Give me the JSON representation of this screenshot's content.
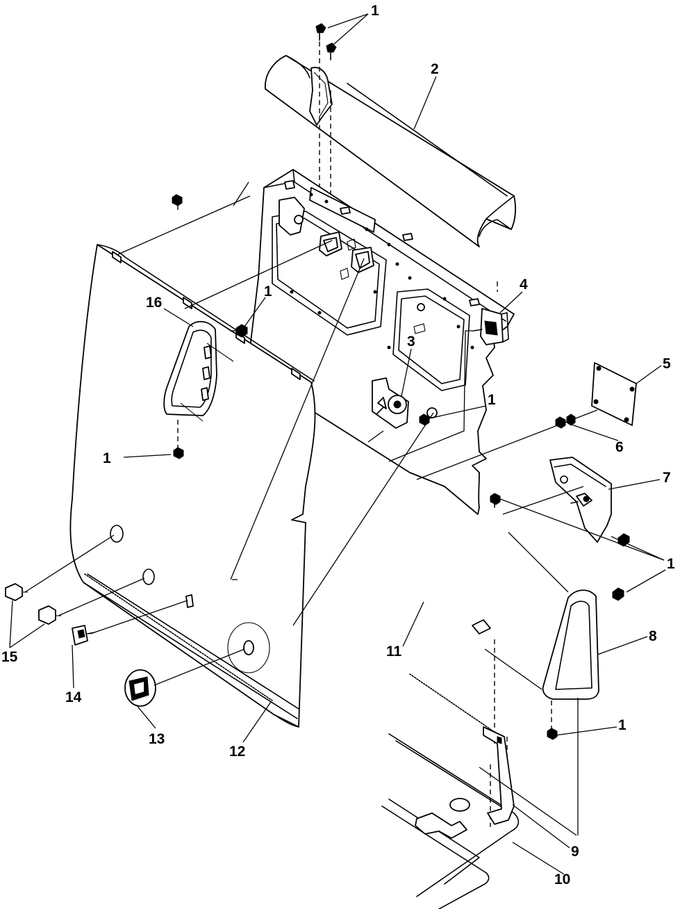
{
  "callouts": [
    {
      "id": "c1a",
      "text": "1"
    },
    {
      "id": "c2",
      "text": "2"
    },
    {
      "id": "c16",
      "text": "16"
    },
    {
      "id": "c1b",
      "text": "1"
    },
    {
      "id": "c4",
      "text": "4"
    },
    {
      "id": "c3",
      "text": "3"
    },
    {
      "id": "c1c",
      "text": "1"
    },
    {
      "id": "c5",
      "text": "5"
    },
    {
      "id": "c1d",
      "text": "1"
    },
    {
      "id": "c6",
      "text": "6"
    },
    {
      "id": "c7",
      "text": "7"
    },
    {
      "id": "c1e",
      "text": "1"
    },
    {
      "id": "c8",
      "text": "8"
    },
    {
      "id": "c11",
      "text": "11"
    },
    {
      "id": "c15",
      "text": "15"
    },
    {
      "id": "c14",
      "text": "14"
    },
    {
      "id": "c13",
      "text": "13"
    },
    {
      "id": "c12",
      "text": "12"
    },
    {
      "id": "c1f",
      "text": "1"
    },
    {
      "id": "c9",
      "text": "9"
    },
    {
      "id": "c10",
      "text": "10"
    }
  ]
}
